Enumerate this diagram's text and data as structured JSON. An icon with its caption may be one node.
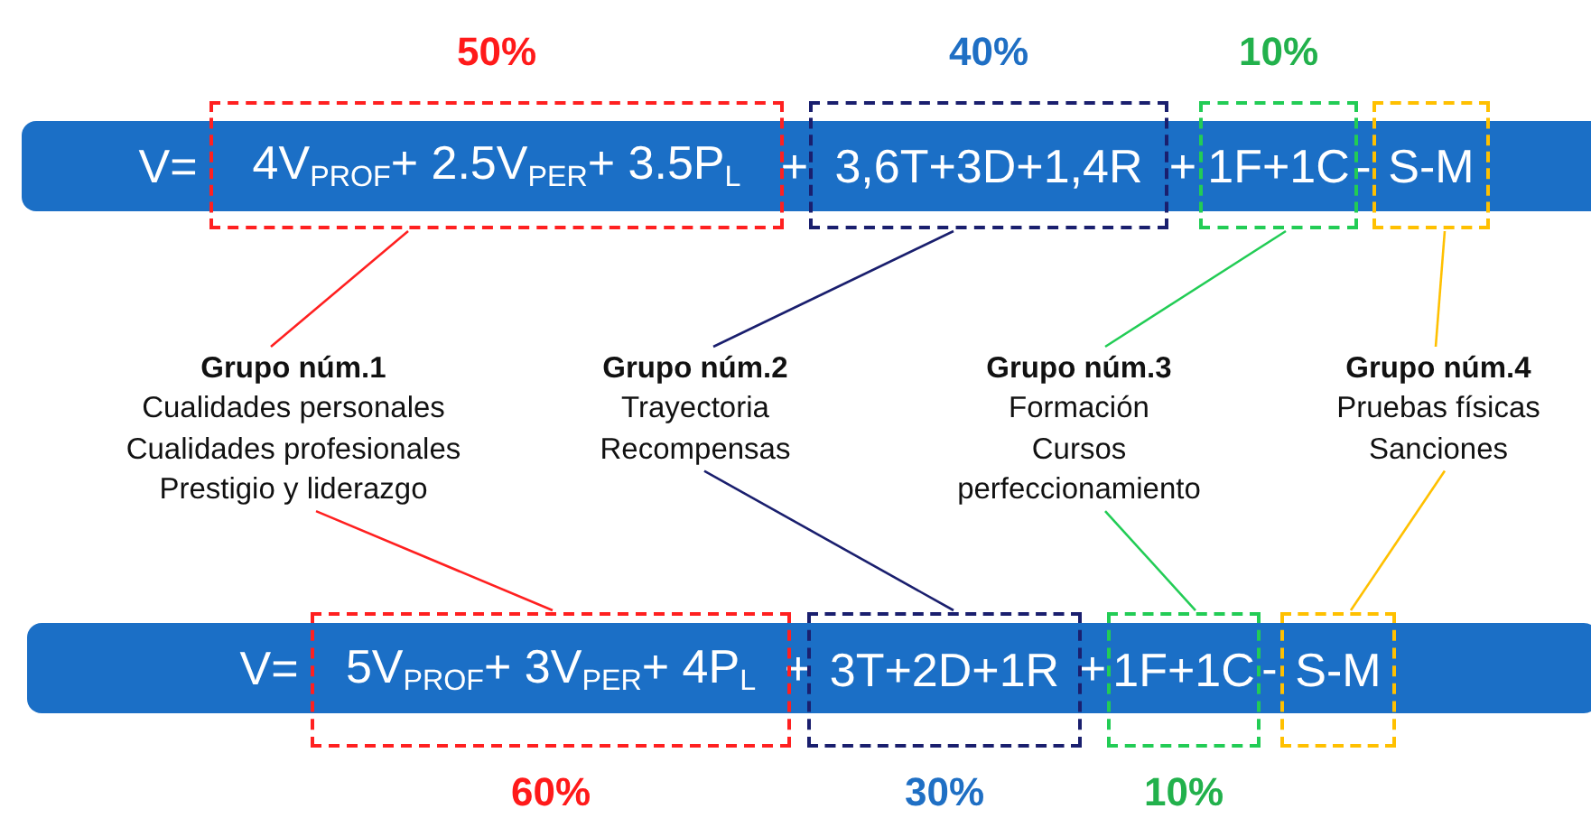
{
  "diagram": {
    "nodes": [
      {
        "text": [
          "V=",
          "+",
          "+",
          "-"
        ]
      },
      {
        "text": [
          "4V$_{PROF}$+ 2.5V$_{PER}$+ 3.5P$_{L}$"
        ],
        "beside": [
          "50%"
        ]
      },
      {
        "text": [
          "3,6T+3D+1,4R"
        ],
        "beside": [
          "40%"
        ]
      },
      {
        "text": [
          "1F+1C"
        ],
        "beside": [
          "10%"
        ]
      },
      {
        "text": [
          "S-M"
        ]
      },
      {
        "text": [
          "Grupo núm.1",
          "Cualidades personales",
          "Cualidades profesionales",
          "Prestigio y liderazgo"
        ]
      },
      {
        "text": [
          "Grupo núm.2",
          "Trayectoria",
          "Recompensas"
        ]
      },
      {
        "text": [
          "Grupo núm.3",
          "Formación",
          "Cursos perfeccionamiento"
        ]
      },
      {
        "text": [
          "Grupo núm.4",
          "Pruebas físicas",
          "Sanciones"
        ]
      },
      {
        "text": [
          "V=",
          "+",
          "+",
          "-"
        ]
      },
      {
        "text": [
          "5V$_{PROF}$+ 3V$_{PER}$+ 4P$_{L}$"
        ],
        "beside": [
          "60%"
        ]
      },
      {
        "text": [
          "3T+2D+1R"
        ],
        "beside": [
          "30%"
        ]
      },
      {
        "text": [
          "1F+1C"
        ],
        "beside": [
          "10%"
        ]
      },
      {
        "text": [
          "S-M"
        ]
      }
    ],
    "edges": [
      {
        "from": 1,
        "to": 5,
        "arrow": "none",
        "color": "#ff2020"
      },
      {
        "from": 2,
        "to": 6,
        "arrow": "none",
        "color": "#1a1f6e"
      },
      {
        "from": 3,
        "to": 7,
        "arrow": "none",
        "color": "#22cc55"
      },
      {
        "from": 4,
        "to": 8,
        "arrow": "none",
        "color": "#ffc000"
      },
      {
        "from": 5,
        "to": 10,
        "arrow": "none",
        "color": "#ff2020"
      },
      {
        "from": 6,
        "to": 11,
        "arrow": "none",
        "color": "#1a1f6e"
      },
      {
        "from": 7,
        "to": 12,
        "arrow": "none",
        "color": "#22cc55"
      },
      {
        "from": 8,
        "to": 13,
        "arrow": "none",
        "color": "#ffc000"
      }
    ]
  }
}
